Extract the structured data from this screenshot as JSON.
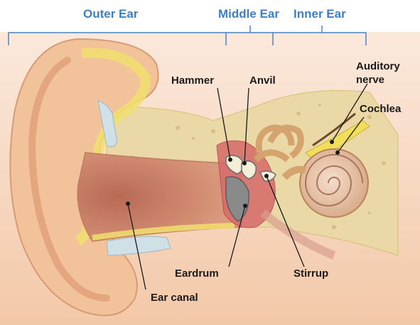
{
  "sections": {
    "outer": "Outer Ear",
    "middle": "Middle Ear",
    "inner": "Inner Ear"
  },
  "labels": {
    "hammer": "Hammer",
    "anvil": "Anvil",
    "auditory_nerve": "Auditory\nnerve",
    "cochlea": "Cochlea",
    "eardrum": "Eardrum",
    "stirrup": "Stirrup",
    "ear_canal": "Ear canal"
  },
  "colors": {
    "section_title": "#3d7fc1",
    "bracket": "#4a86c8",
    "skin": "#f0c29a",
    "bone": "#e8d39a",
    "cartilage": "#f2e070",
    "label_text": "#1a1a1a"
  }
}
